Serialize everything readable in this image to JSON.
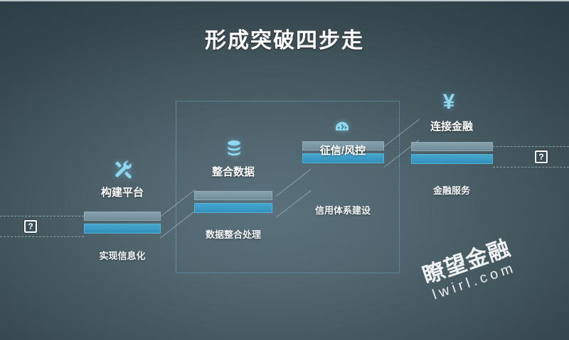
{
  "slide": {
    "title": "形成突破四步走",
    "background_dark": "#2c3c46",
    "background_light": "#5a717c",
    "accent_blue": "#3a9ac4",
    "accent_gray": "#7a95a3",
    "icon_blue": "#8fd8f2",
    "frame_color": "#6fc4e0"
  },
  "steps": [
    {
      "index": "1",
      "icon": "tools-icon",
      "title": "构建平台",
      "caption": "实现信息化"
    },
    {
      "index": "2",
      "icon": "database-icon",
      "title": "整合数据",
      "caption": "数据整合处理"
    },
    {
      "index": "3",
      "icon": "gauge-icon",
      "title": "征信/风控",
      "caption": "信用体系建设"
    },
    {
      "index": "4",
      "icon": "yen-icon",
      "title": "连接金融",
      "caption": "金融服务"
    }
  ],
  "placeholders": {
    "left": "?",
    "right": "?"
  },
  "watermark": {
    "chinese": "瞭望金融",
    "domain": "lwirl.com"
  }
}
